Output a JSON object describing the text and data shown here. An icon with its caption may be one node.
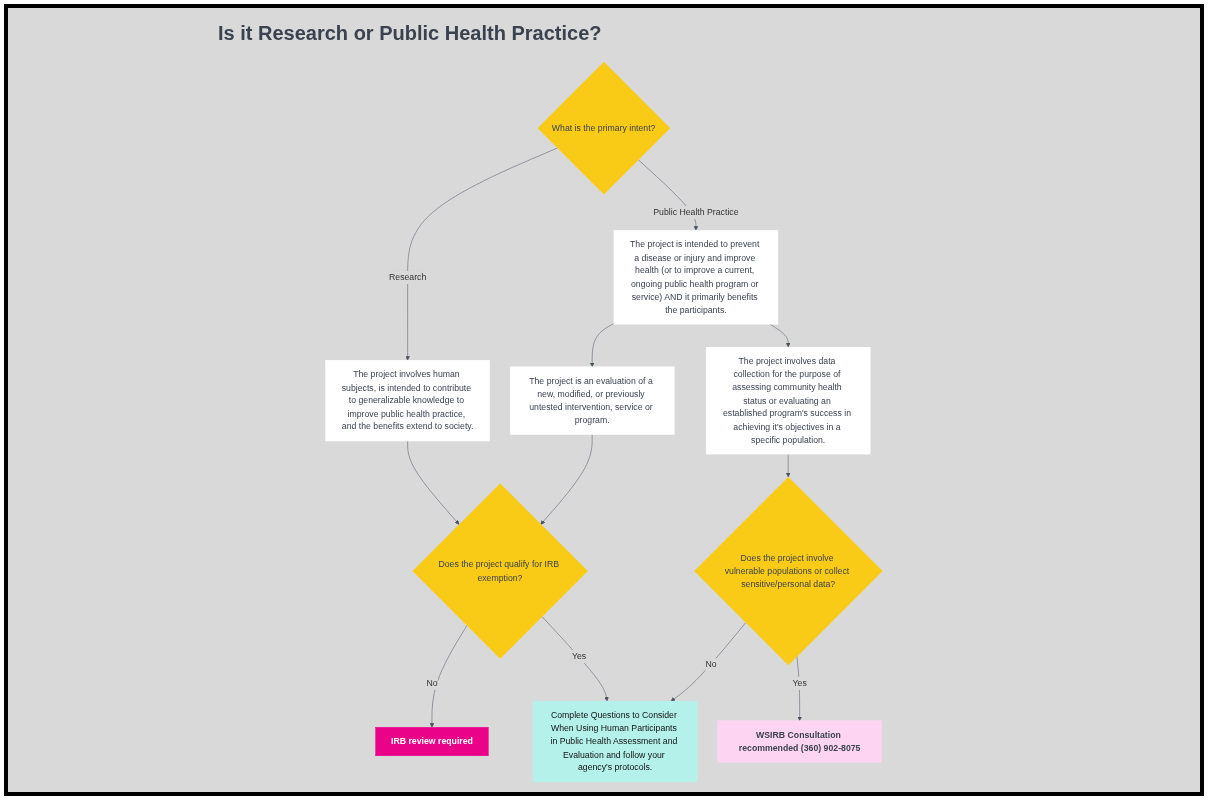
{
  "diagram": {
    "title": "Is it Research or Public Health Practice?",
    "nodes": [
      {
        "text": [
          "What is the primary intent?"
        ]
      },
      {
        "text": [
          "The project involves human subjects, is intended to contribute to generalizable knowledge to improve public health practice, and the benefits extend to society."
        ]
      },
      {
        "text": [
          "The project is intended to prevent a disease or injury and improve health (or to improve a current, ongoing public health program or service) AND it primarily benefits the participants."
        ]
      },
      {
        "text": [
          "The project is an evaluation of a new, modified, or previously untested intervention, service or program."
        ]
      },
      {
        "text": [
          "The project involves data collection for the purpose of assessing community health status or evaluating an established program's success in achieving it's objectives in a specific population."
        ]
      },
      {
        "text": [
          "Does the project qualify for IRB exemption?"
        ]
      },
      {
        "text": [
          "Does the project involve vulnerable populations or collect sensitive/personal data?"
        ]
      },
      {
        "text": [
          "WSIRB Consultation recommended (360) 902-8075"
        ]
      },
      {
        "text": [
          "IRB review required"
        ]
      },
      {
        "text": [
          "Complete Questions to Consider When Using Human Participants in Public Health Assessment and Evaluation and follow your agency's protocols."
        ]
      }
    ],
    "edges": [
      {
        "from": 0,
        "to": 1,
        "arrow": "to",
        "label": "Research"
      },
      {
        "from": 0,
        "to": 2,
        "arrow": "to",
        "label": "Public Health Practice"
      },
      {
        "from": 2,
        "to": 3,
        "arrow": "to"
      },
      {
        "from": 2,
        "to": 4,
        "arrow": "to"
      },
      {
        "from": 1,
        "to": 5,
        "arrow": "to"
      },
      {
        "from": 3,
        "to": 5,
        "arrow": "to"
      },
      {
        "from": 5,
        "to": 8,
        "arrow": "to",
        "label": "No"
      },
      {
        "from": 5,
        "to": 9,
        "arrow": "to",
        "label": "Yes"
      },
      {
        "from": 4,
        "to": 6,
        "arrow": "to"
      },
      {
        "from": 6,
        "to": 7,
        "arrow": "to",
        "label": "Yes"
      },
      {
        "from": 6,
        "to": 9,
        "arrow": "to",
        "label": "No"
      }
    ]
  }
}
